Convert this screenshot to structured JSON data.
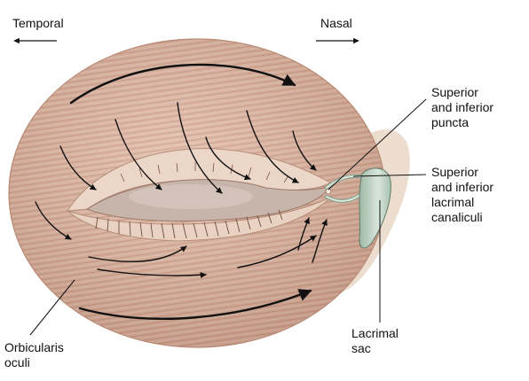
{
  "labels": {
    "temporal": "Temporal",
    "nasal": "Nasal",
    "puncta_line1": "Superior",
    "puncta_line2": "and inferior",
    "puncta_line3": "puncta",
    "canaliculi_line1": "Superior",
    "canaliculi_line2": "and inferior",
    "canaliculi_line3": "lacrimal",
    "canaliculi_line4": "canaliculi",
    "sac_line1": "Lacrimal",
    "sac_line2": "sac",
    "muscle_line1": "Orbicularis",
    "muscle_line2": "oculi"
  },
  "colors": {
    "muscle": "#dcb39f",
    "muscle_stripe": "#c9947d",
    "lid": "#ead2c2",
    "eye_opening": "#c6b2a8",
    "lacrimal_sac": "#c8d8c8",
    "arrow": "#111111"
  }
}
